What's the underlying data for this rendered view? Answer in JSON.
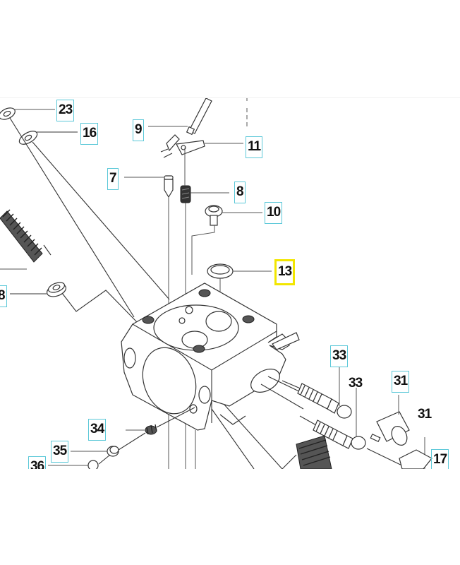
{
  "diagram": {
    "title": "Carburetor exploded parts diagram",
    "highlight_color": "#f2e600",
    "box_color": "#5bc8d8",
    "callouts": [
      {
        "id": "c23",
        "label": "23",
        "style": "boxed"
      },
      {
        "id": "c16",
        "label": "16",
        "style": "boxed"
      },
      {
        "id": "c9",
        "label": "9",
        "style": "boxed"
      },
      {
        "id": "c11",
        "label": "11",
        "style": "boxed"
      },
      {
        "id": "c7",
        "label": "7",
        "style": "boxed"
      },
      {
        "id": "c8a",
        "label": "8",
        "style": "boxed"
      },
      {
        "id": "c10",
        "label": "10",
        "style": "boxed"
      },
      {
        "id": "c13",
        "label": "13",
        "style": "highlight"
      },
      {
        "id": "c8b",
        "label": "8",
        "style": "boxed"
      },
      {
        "id": "c33a",
        "label": "33",
        "style": "boxed"
      },
      {
        "id": "c33b",
        "label": "33",
        "style": "plain"
      },
      {
        "id": "c31a",
        "label": "31",
        "style": "boxed"
      },
      {
        "id": "c31b",
        "label": "31",
        "style": "plain"
      },
      {
        "id": "c17",
        "label": "17",
        "style": "boxed"
      },
      {
        "id": "c34",
        "label": "34",
        "style": "boxed"
      },
      {
        "id": "c35",
        "label": "35",
        "style": "boxed"
      },
      {
        "id": "c36",
        "label": "36",
        "style": "boxed"
      }
    ]
  }
}
